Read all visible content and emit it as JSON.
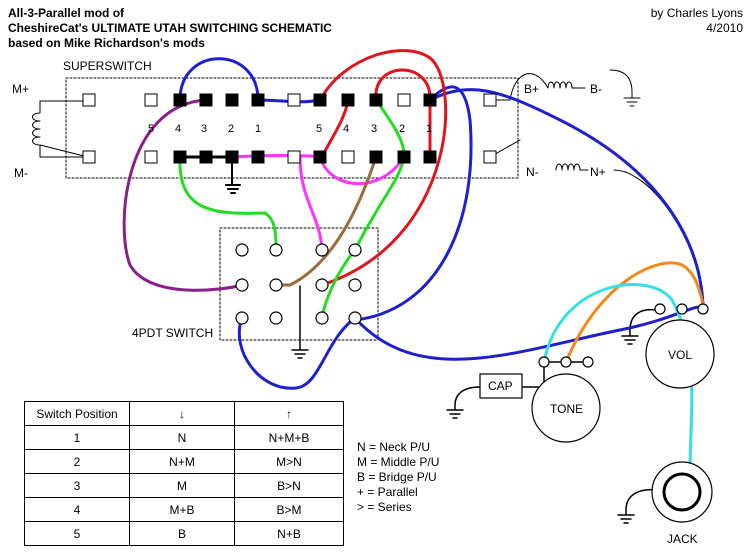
{
  "header": {
    "title_lines": [
      "All-3-Parallel mod of",
      "CheshireCat's ULTIMATE UTAH SWITCHING SCHEMATIC",
      "based on Mike Richardson's mods"
    ],
    "author": "by Charles Lyons",
    "date": "4/2010"
  },
  "labels": {
    "superswitch": "SUPERSWITCH",
    "fourpdt": "4PDT SWITCH",
    "m_plus": "M+",
    "m_minus": "M-",
    "b_plus": "B+",
    "b_minus": "B-",
    "n_minus": "N-",
    "n_plus": "N+",
    "cap": "CAP",
    "tone": "TONE",
    "vol": "VOL",
    "jack": "JACK"
  },
  "pole_numbers": [
    "5",
    "4",
    "3",
    "2",
    "1",
    "5",
    "4",
    "3",
    "2",
    "1"
  ],
  "position_table": {
    "headers": [
      "Switch Position",
      "↓",
      "↑"
    ],
    "rows": [
      [
        "1",
        "N",
        "N+M+B"
      ],
      [
        "2",
        "N+M",
        "M>N"
      ],
      [
        "3",
        "M",
        "B>N"
      ],
      [
        "4",
        "M+B",
        "B>M"
      ],
      [
        "5",
        "B",
        "N+B"
      ]
    ]
  },
  "legend": [
    "N = Neck P/U",
    "M = Middle P/U",
    "B = Bridge P/U",
    "+ = Parallel",
    "> = Series"
  ],
  "colors": {
    "blue": "#1f1fd1",
    "red": "#e0141c",
    "green": "#22dd22",
    "magenta": "#ff33ff",
    "brown": "#9a6b3d",
    "purple": "#8a1f8a",
    "orange": "#f08a1a",
    "cyan": "#33e0e8"
  }
}
